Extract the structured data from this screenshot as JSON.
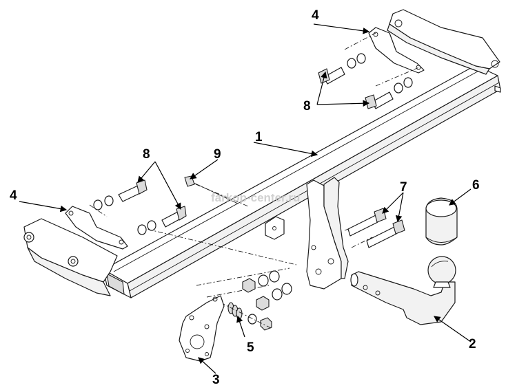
{
  "callouts": {
    "c1": "1",
    "c2": "2",
    "c3": "3",
    "c4_top": "4",
    "c4_left": "4",
    "c5": "5",
    "c6": "6",
    "c7": "7",
    "c8_left": "8",
    "c8_top": "8",
    "c9": "9"
  },
  "watermark": "farkop-center.ru",
  "colors": {
    "line": "#1a1a1a",
    "shade": "#dcdcdc",
    "background": "#ffffff"
  }
}
